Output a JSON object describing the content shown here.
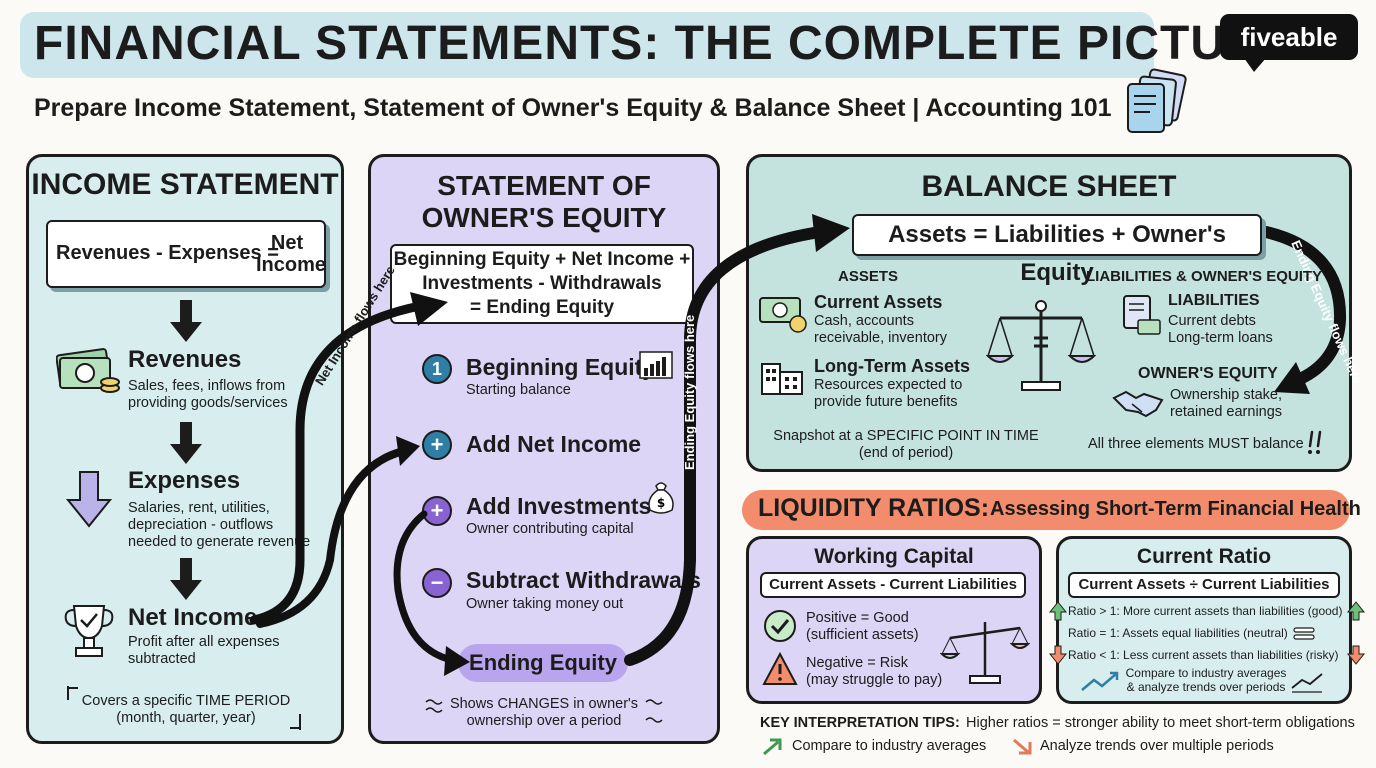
{
  "header": {
    "title": "FINANCIAL STATEMENTS: THE COMPLETE PICTURE",
    "subtitle": "Prepare Income Statement, Statement of Owner's Equity & Balance Sheet | Accounting 101",
    "logo": "fiveable"
  },
  "income": {
    "title": "INCOME STATEMENT",
    "formula_left": "Revenues - Expenses =",
    "formula_right_1": "Net",
    "formula_right_2": "Income",
    "revenues_title": "Revenues",
    "revenues_desc_1": "Sales, fees, inflows from",
    "revenues_desc_2": "providing goods/services",
    "expenses_title": "Expenses",
    "expenses_desc_1": "Salaries, rent, utilities,",
    "expenses_desc_2": "depreciation - outflows",
    "expenses_desc_3": "needed to generate revenue",
    "net_title": "Net Income",
    "net_desc_1": "Profit after all expenses",
    "net_desc_2": "subtracted",
    "footer_1": "Covers a specific TIME PERIOD",
    "footer_2": "(month, quarter, year)"
  },
  "equity": {
    "title_1": "STATEMENT OF",
    "title_2": "OWNER'S EQUITY",
    "formula_1": "Beginning Equity + Net Income +",
    "formula_2": "Investments - Withdrawals",
    "formula_3": "= Ending Equity",
    "step1_num": "1",
    "step1_title": "Beginning Equity",
    "step1_desc": "Starting balance",
    "step2_sym": "+",
    "step2_title": "Add Net Income",
    "step3_sym": "+",
    "step3_title": "Add Investments",
    "step3_desc": "Owner contributing capital",
    "step4_sym": "−",
    "step4_title": "Subtract Withdrawals",
    "step4_desc": "Owner taking money out",
    "ending": "Ending Equity",
    "footer_1": "Shows CHANGES in owner's",
    "footer_2": "ownership over a period"
  },
  "flows": {
    "net_income": "Net Income flows here",
    "ending_equity_1": "Ending Equity flows here",
    "ending_equity_2": "Ending Equity flows here"
  },
  "balance": {
    "title": "BALANCE SHEET",
    "equation": "Assets = Liabilities + Owner's Equity",
    "assets_head": "ASSETS",
    "current_title": "Current Assets",
    "current_desc_1": "Cash, accounts",
    "current_desc_2": "receivable, inventory",
    "lt_title": "Long-Term Assets",
    "lt_desc_1": "Resources expected to",
    "lt_desc_2": "provide future benefits",
    "le_head": "LIABILITIES & OWNER'S EQUITY",
    "liab_title": "LIABILITIES",
    "liab_desc_1": "Current debts",
    "liab_desc_2": "Long-term loans",
    "oe_title": "OWNER'S EQUITY",
    "oe_desc_1": "Ownership stake,",
    "oe_desc_2": "retained earnings",
    "snapshot_1": "Snapshot at a SPECIFIC POINT IN TIME",
    "snapshot_2": "(end of period)",
    "balance_note": "All three elements MUST balance"
  },
  "liquidity": {
    "title": "LIQUIDITY RATIOS:",
    "subtitle": "Assessing Short-Term Financial Health",
    "wc_title": "Working Capital",
    "wc_formula": "Current Assets - Current Liabilities",
    "wc_pos_1": "Positive = Good",
    "wc_pos_2": "(sufficient assets)",
    "wc_neg_1": "Negative = Risk",
    "wc_neg_2": "(may struggle to pay)",
    "cr_title": "Current Ratio",
    "cr_formula": "Current Assets ÷ Current Liabilities",
    "cr_gt": "Ratio > 1: More current assets than liabilities (good)",
    "cr_eq": "Ratio = 1: Assets equal liabilities (neutral)",
    "cr_lt": "Ratio < 1: Less current assets than liabilities (risky)",
    "cr_note_1": "Compare to industry averages",
    "cr_note_2": "& analyze trends over periods",
    "tips_title": "KEY INTERPRETATION TIPS:",
    "tips_text": "Higher ratios = stronger ability to meet short-term obligations",
    "tip1": "Compare to industry averages",
    "tip2": "Analyze trends over multiple periods"
  },
  "colors": {
    "income_bg": "#d8eeee",
    "equity_bg": "#ddd5f5",
    "balance_bg": "#c4e2de",
    "title_band": "#cde6ec",
    "liquidity_band": "#f28c6c",
    "step_blue": "#2e7ea6",
    "step_purple": "#8a63d2",
    "ending_pill": "#b9a5ee"
  }
}
